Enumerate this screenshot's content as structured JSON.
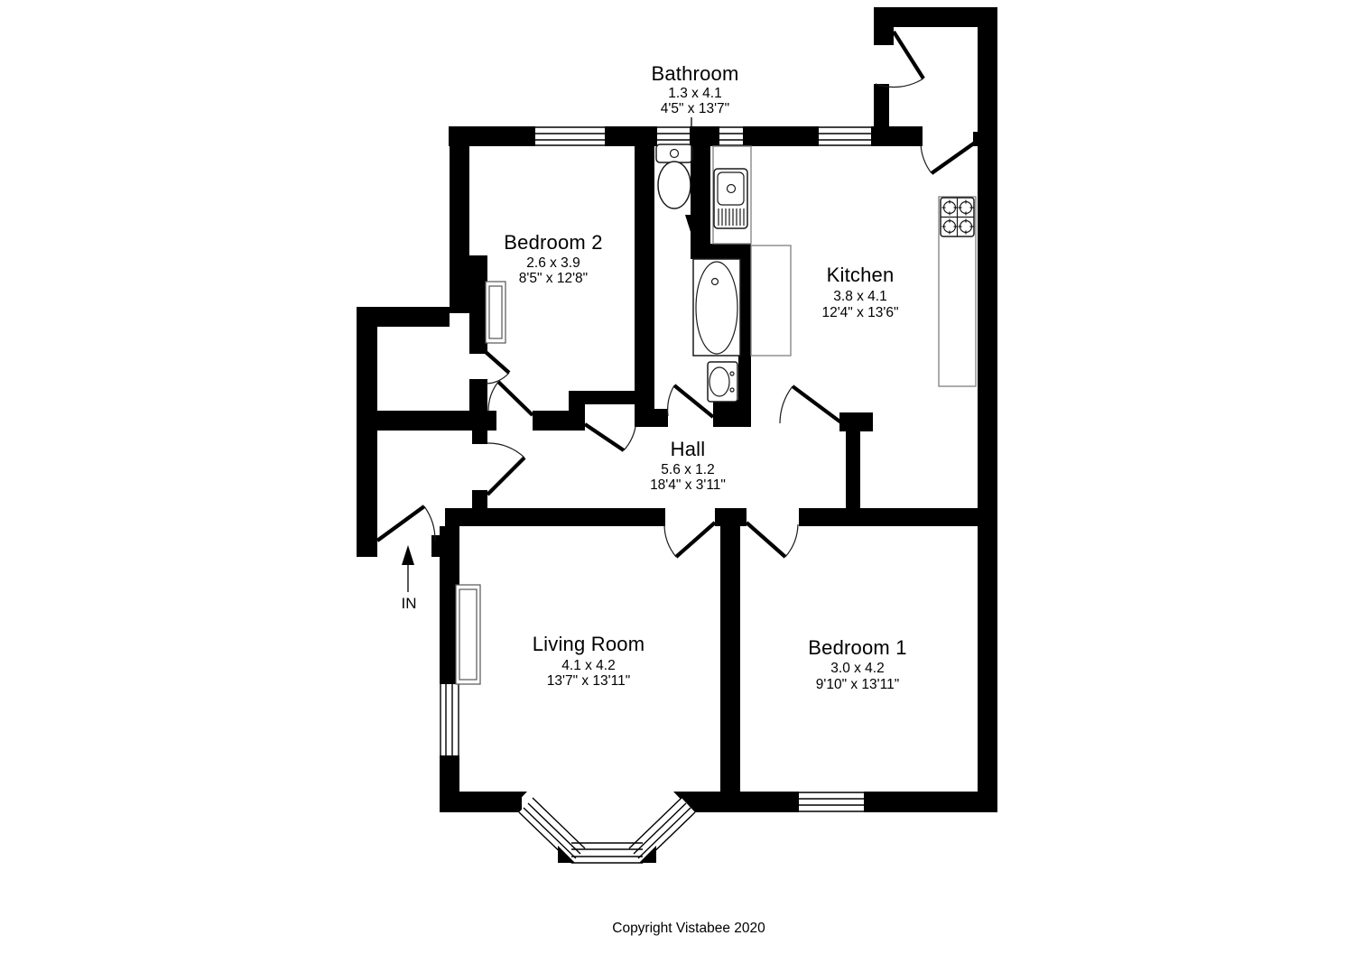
{
  "plan": {
    "background": "#ffffff",
    "wall_color": "#000000",
    "rooms": {
      "bathroom": {
        "name": "Bathroom",
        "metric_dimensions": "1.3 x 4.1",
        "imperial_dimensions": "4'5\" x 13'7\""
      },
      "bedroom2": {
        "name": "Bedroom 2",
        "metric_dimensions": "2.6 x 3.9",
        "imperial_dimensions": "8'5\" x 12'8\""
      },
      "kitchen": {
        "name": "Kitchen",
        "metric_dimensions": "3.8 x 4.1",
        "imperial_dimensions": "12'4\" x 13'6\""
      },
      "hall": {
        "name": "Hall",
        "metric_dimensions": "5.6 x 1.2",
        "imperial_dimensions": "18'4\" x 3'11\""
      },
      "living_room": {
        "name": "Living Room",
        "metric_dimensions": "4.1 x 4.2",
        "imperial_dimensions": "13'7\" x 13'11\""
      },
      "bedroom1": {
        "name": "Bedroom 1",
        "metric_dimensions": "3.0 x 4.2",
        "imperial_dimensions": "9'10\" x 13'11\""
      }
    },
    "entrance_label": "IN",
    "footer": {
      "copyright": "Copyright Vistabee 2020"
    },
    "fixtures": [
      "toilet",
      "kitchen-sink",
      "bath",
      "basin",
      "hob",
      "worktop"
    ]
  }
}
